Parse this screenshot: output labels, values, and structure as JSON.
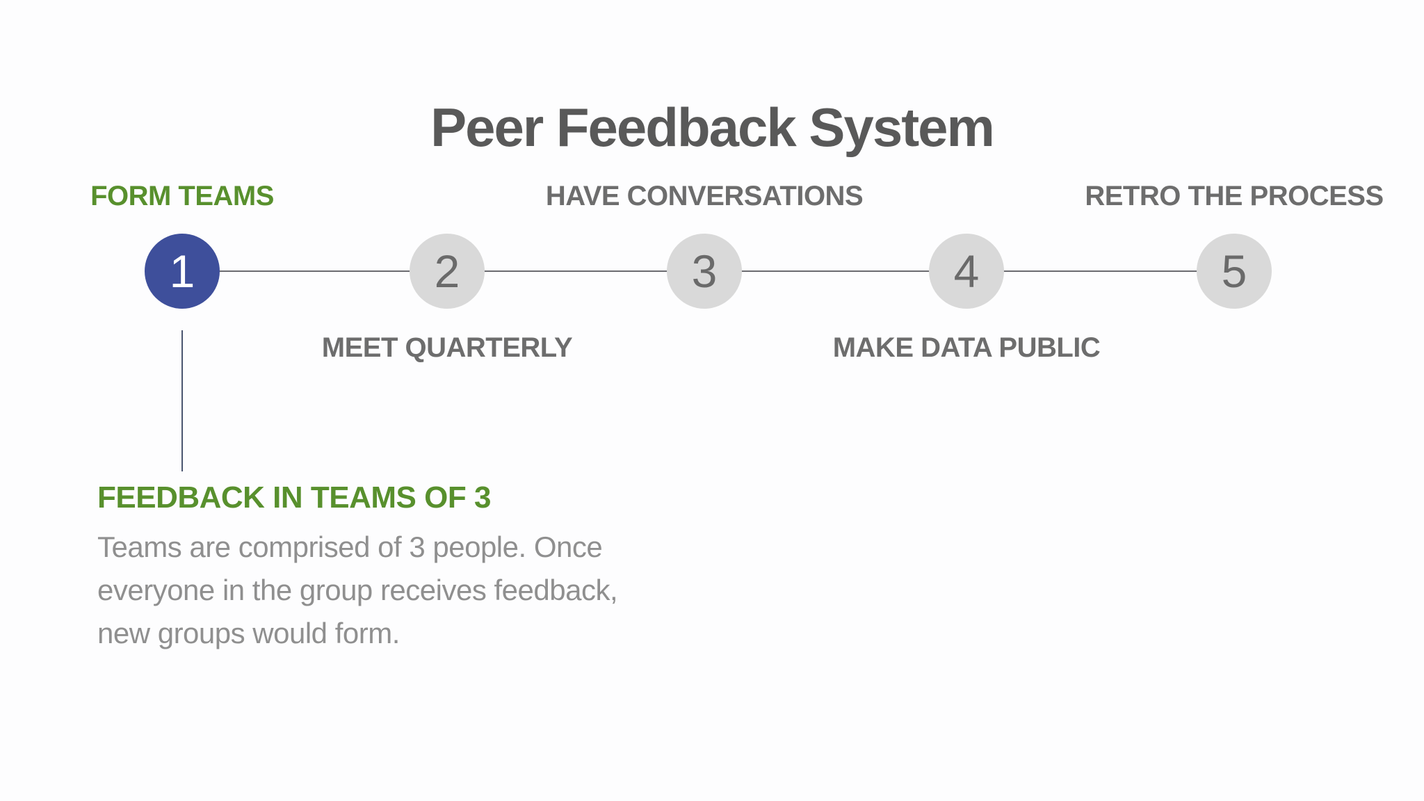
{
  "slide": {
    "title": "Peer Feedback System"
  },
  "colors": {
    "title_text": "#595959",
    "accent_green": "#58902D",
    "active_step_fill": "#3E4F9B",
    "active_step_number": "#FFFFFF",
    "inactive_step_fill": "#D9D9D9",
    "inactive_step_number": "#6A6A6A",
    "step_label_gray": "#6D6D6D",
    "timeline_line": "#6A6A70",
    "vertical_connector": "#4A5570",
    "body_text": "#8F8F8F",
    "background": "#FDFDFE"
  },
  "timeline": {
    "steps": [
      {
        "number": "1",
        "label": "FORM TEAMS",
        "label_position": "above",
        "state": "active"
      },
      {
        "number": "2",
        "label": "MEET QUARTERLY",
        "label_position": "below",
        "state": "inactive"
      },
      {
        "number": "3",
        "label": "HAVE CONVERSATIONS",
        "label_position": "above",
        "state": "inactive"
      },
      {
        "number": "4",
        "label": "MAKE DATA PUBLIC",
        "label_position": "below",
        "state": "inactive"
      },
      {
        "number": "5",
        "label": "RETRO THE PROCESS",
        "label_position": "above",
        "state": "inactive"
      }
    ]
  },
  "detail": {
    "heading": "FEEDBACK IN TEAMS OF 3",
    "body": "Teams are comprised of 3 people. Once\neveryone in the group receives feedback,\nnew groups would form."
  }
}
